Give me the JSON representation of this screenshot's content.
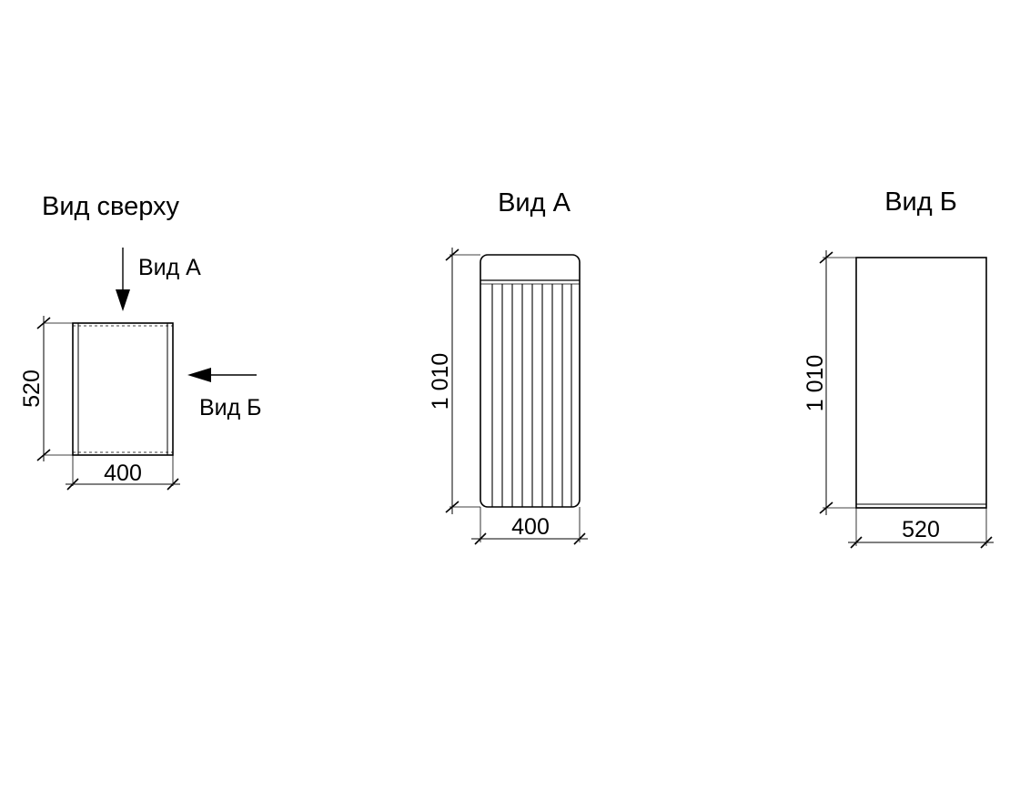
{
  "views": {
    "top": {
      "title": "Вид сверху",
      "arrow_a_label": "Вид А",
      "arrow_b_label": "Вид Б",
      "dim_width": "400",
      "dim_depth": "520"
    },
    "view_a": {
      "title": "Вид А",
      "dim_height": "1 010",
      "dim_width": "400"
    },
    "view_b": {
      "title": "Вид Б",
      "dim_height": "1 010",
      "dim_width": "520"
    }
  }
}
